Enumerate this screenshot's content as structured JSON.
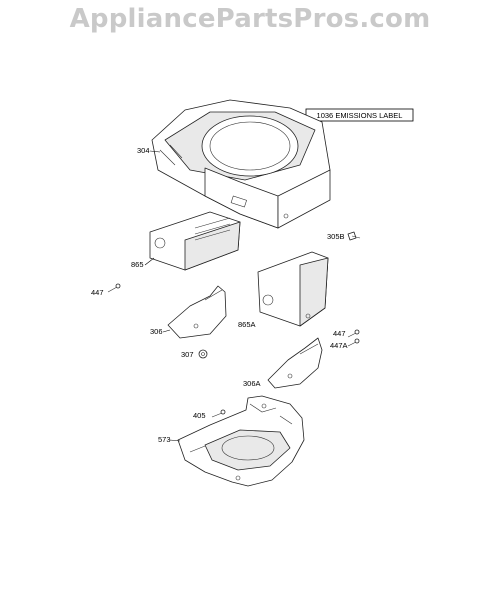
{
  "watermark": "AppliancePartsPros.com",
  "emissions_label": "1036 EMISSIONS LABEL",
  "callouts": {
    "p304": "304",
    "p305b": "305B",
    "p865": "865",
    "p447": "447",
    "p865a": "865A",
    "p306": "306",
    "p447b": "447",
    "p447a": "447A",
    "p307": "307",
    "p306a": "306A",
    "p405": "405",
    "p573": "573"
  },
  "colors": {
    "watermark": "#c9c9c9",
    "line": "#222222"
  }
}
